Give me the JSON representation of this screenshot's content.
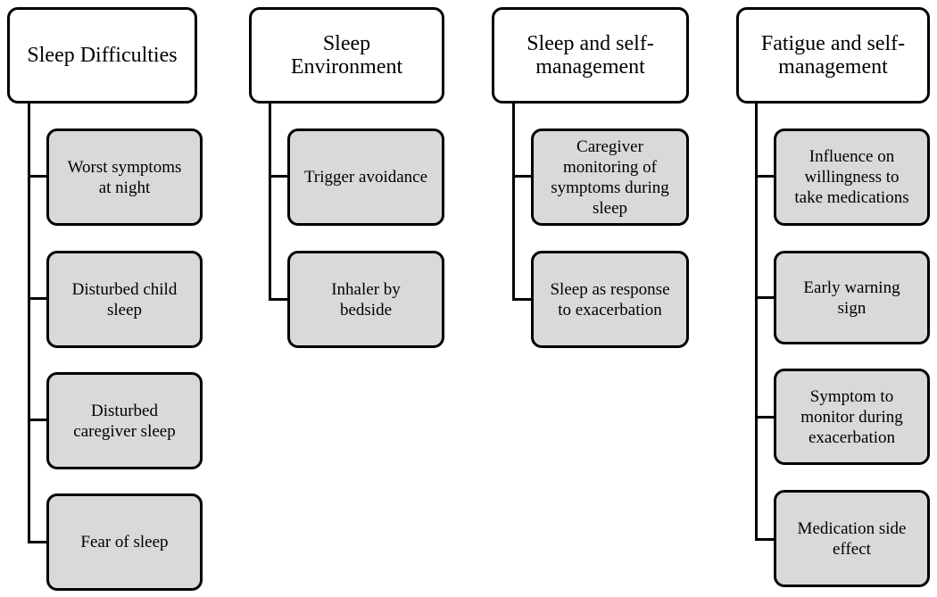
{
  "columns": [
    {
      "title": "Sleep Difficulties",
      "items": [
        "Worst symptoms\nat night",
        "Disturbed child\nsleep",
        "Disturbed\ncaregiver sleep",
        "Fear of sleep"
      ]
    },
    {
      "title": "Sleep\nEnvironment",
      "items": [
        "Trigger avoidance",
        "Inhaler by\nbedside"
      ]
    },
    {
      "title": "Sleep and self-\nmanagement",
      "items": [
        "Caregiver\nmonitoring of\nsymptoms during\nsleep",
        "Sleep as response\nto exacerbation"
      ]
    },
    {
      "title": "Fatigue and self-\nmanagement",
      "items": [
        "Influence on\nwillingness to\ntake medications",
        "Early warning\nsign",
        "Symptom to\nmonitor during\nexacerbation",
        "Medication side\neffect"
      ]
    }
  ]
}
